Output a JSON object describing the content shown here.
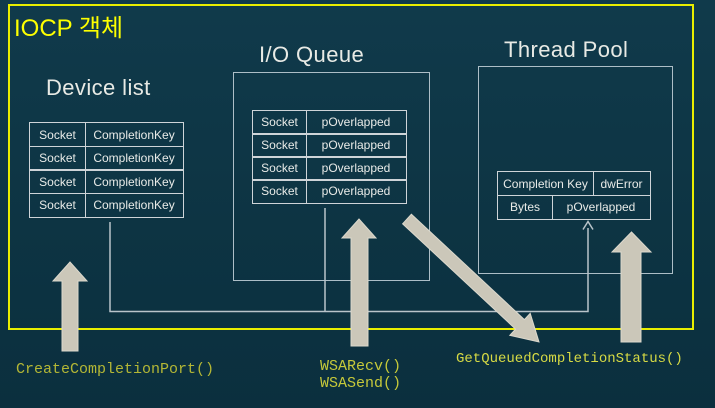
{
  "slide": {
    "title": "IOCP 객체"
  },
  "colors": {
    "background": "#0d3443",
    "frame_yellow": "#e9ee00",
    "title_yellow": "#fdff00",
    "heading_text": "#e8eae5",
    "table_border": "#ced4d8",
    "box_border": "#adbec7",
    "arrow_fill": "#cbc7b9",
    "connector_line": "#b9c4ca",
    "fn_create_color": "#b4b735",
    "fn_wsa_color": "#c6c93a",
    "fn_get_color": "#d7da44"
  },
  "device_list": {
    "heading": "Device list",
    "rows": [
      [
        "Socket",
        "CompletionKey"
      ],
      [
        "Socket",
        "CompletionKey"
      ],
      [
        "Socket",
        "CompletionKey"
      ],
      [
        "Socket",
        "CompletionKey"
      ]
    ]
  },
  "io_queue": {
    "heading": "I/O Queue",
    "rows": [
      [
        "Socket",
        "pOverlapped"
      ],
      [
        "Socket",
        "pOverlapped"
      ],
      [
        "Socket",
        "pOverlapped"
      ],
      [
        "Socket",
        "pOverlapped"
      ]
    ]
  },
  "thread_pool": {
    "heading": "Thread Pool",
    "rows": [
      [
        "Completion Key",
        "dwError"
      ],
      [
        "Bytes",
        "pOverlapped"
      ]
    ]
  },
  "api_labels": {
    "create": "CreateCompletionPort()",
    "wsarecv": "WSARecv()",
    "wsasend": "WSASend()",
    "get_status": "GetQueuedCompletionStatus()"
  },
  "icons": {
    "up_arrow": "up-arrow-icon",
    "diagonal_arrow": "diagonal-down-right-arrow-icon",
    "small_up_arrow": "small-up-arrowhead-icon"
  }
}
